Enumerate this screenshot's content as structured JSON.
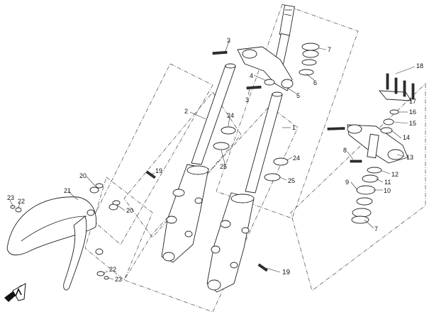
{
  "callouts": {
    "c1": "1",
    "c2": "2",
    "c3a": "3",
    "c3b": "3",
    "c4": "4",
    "c5": "5",
    "c6": "6",
    "c7a": "7",
    "c7b": "7",
    "c8": "8",
    "c9": "9",
    "c10": "10",
    "c11": "11",
    "c12": "12",
    "c13": "13",
    "c14": "14",
    "c15": "15",
    "c16": "16",
    "c17": "17",
    "c18": "18",
    "c19a": "19",
    "c19b": "19",
    "c20a": "20",
    "c20b": "20",
    "c21": "21",
    "c22a": "22",
    "c22b": "22",
    "c23a": "23",
    "c23b": "23",
    "c24a": "24",
    "c24b": "24",
    "c25a": "25",
    "c25b": "25"
  },
  "icons": {
    "brand_logo": "brand-logo-icon"
  },
  "colors": {
    "line": "#222222",
    "background": "#ffffff"
  }
}
